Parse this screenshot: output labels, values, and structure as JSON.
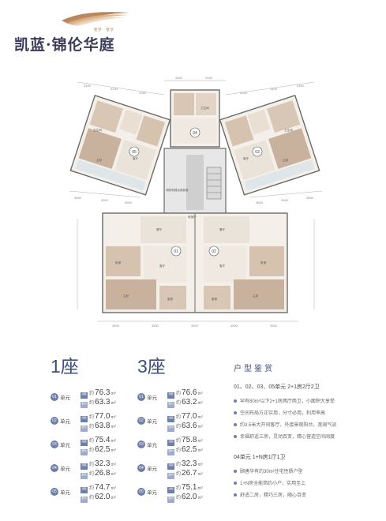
{
  "brand": {
    "tagline": "墅梦 · 墅享",
    "title": "凯蓝·锦伦华庭"
  },
  "plan": {
    "dims_top_left": [
      "2400",
      "3100",
      "2250"
    ],
    "dims_top_center": [
      "2800",
      "2400"
    ],
    "dims_top_right": [
      "2250",
      "3100",
      "2400"
    ],
    "dims_mid_left": [
      "3650",
      "3000",
      "3800"
    ],
    "dims_mid_right": [
      "3800",
      "3000",
      "3650"
    ],
    "dims_bottom": [
      "3550",
      "3500",
      "3500",
      "3500",
      "3550"
    ],
    "unit_labels": [
      "05",
      "04",
      "03",
      "01",
      "02"
    ],
    "rooms": {
      "bath": "卫生间",
      "master": "主卧",
      "bedroom": "卧室",
      "living": "客厅",
      "dining": "餐厅",
      "kitchen": "厨房",
      "balcony": "阳台",
      "core_note": "消防电梯合用前室",
      "elevator_hall": "电梯厅"
    }
  },
  "buildings": [
    {
      "title": "1座",
      "units": [
        {
          "num": "01",
          "word": "单元",
          "tag1": "建面",
          "area1": "76.3",
          "tag2": "套内",
          "area2": "63.3"
        },
        {
          "num": "02",
          "word": "单元",
          "tag1": "建面",
          "area1": "77.0",
          "tag2": "套内",
          "area2": "63.8"
        },
        {
          "num": "03",
          "word": "单元",
          "tag1": "建面",
          "area1": "75.4",
          "tag2": "套内",
          "area2": "62.5"
        },
        {
          "num": "04",
          "word": "单元",
          "tag1": "建面",
          "area1": "32.3",
          "tag2": "套内",
          "area2": "26.8"
        },
        {
          "num": "05",
          "word": "单元",
          "tag1": "建面",
          "area1": "74.7",
          "tag2": "套内",
          "area2": "62.0"
        }
      ]
    },
    {
      "title": "3座",
      "units": [
        {
          "num": "01",
          "word": "单元",
          "tag1": "建面",
          "area1": "76.6",
          "tag2": "套内",
          "area2": "63.2"
        },
        {
          "num": "02",
          "word": "单元",
          "tag1": "建面",
          "area1": "77.0",
          "tag2": "套内",
          "area2": "63.6"
        },
        {
          "num": "03",
          "word": "单元",
          "tag1": "建面",
          "area1": "75.8",
          "tag2": "套内",
          "area2": "62.5"
        },
        {
          "num": "04",
          "word": "单元",
          "tag1": "建面",
          "area1": "32.3",
          "tag2": "套内",
          "area2": "26.7"
        },
        {
          "num": "05",
          "word": "单元",
          "tag1": "建面",
          "area1": "75.1",
          "tag2": "套内",
          "area2": "62.0"
        }
      ]
    }
  ],
  "labels": {
    "approx": "约",
    "unit": "m²"
  },
  "appraisal": {
    "title": "户型鉴赏",
    "group1_head": "01、02、03、05单元  2+1房2厅2卫",
    "group1_features": [
      "罕有80m²以下2+1房两厅两卫，小面积大享受",
      "空间布局方正实用，分寸必用，利用率高",
      "约3.5米大开间客厅，外接景观阳台，宽阔气派",
      "幸福舒适三房，灵动百变，精心营造空间阔度"
    ],
    "group2_head": "04单元  1+N房1厅1卫",
    "group2_features": [
      "顾唐华有约30m²住宅性质户型",
      "1+N房全能简约小户，实用至上",
      "舒适二房，精巧三房，随心百变"
    ]
  }
}
